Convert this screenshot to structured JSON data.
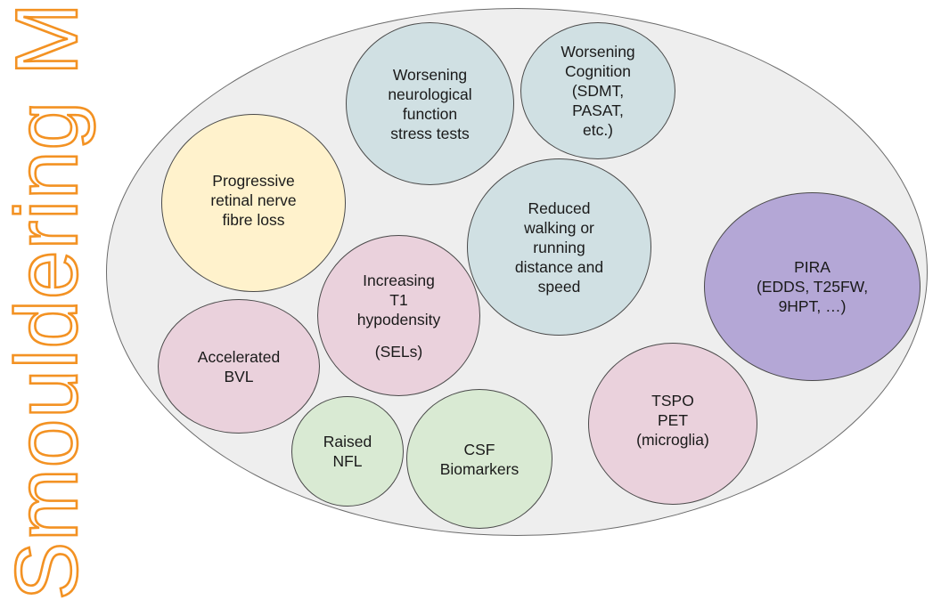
{
  "title": "Smouldering MS",
  "colors": {
    "title": "#f39223",
    "outer_fill": "#eeeeee",
    "blue": "#d0e0e3",
    "yellow": "#fff2cc",
    "pink": "#ead1dc",
    "green": "#d9ead3",
    "purple": "#b4a7d6"
  },
  "circles": {
    "neuro_stress": {
      "lines": [
        "Worsening",
        "neurological",
        "function",
        "stress tests"
      ]
    },
    "cognition": {
      "lines": [
        "Worsening",
        "Cognition",
        "(SDMT,",
        "PASAT,",
        "etc.)"
      ]
    },
    "retinal": {
      "lines": [
        "Progressive",
        "retinal nerve",
        "fibre loss"
      ]
    },
    "walking": {
      "lines": [
        "Reduced",
        "walking or",
        "running",
        "distance and",
        "speed"
      ]
    },
    "t1": {
      "lines": [
        "Increasing",
        "T1",
        "hypodensity",
        "(SELs)"
      ]
    },
    "pira": {
      "lines": [
        "PIRA",
        "(EDDS, T25FW,",
        "9HPT, …)"
      ]
    },
    "bvl": {
      "lines": [
        "Accelerated",
        "BVL"
      ]
    },
    "tspo": {
      "lines": [
        "TSPO",
        "PET",
        "(microglia)"
      ]
    },
    "nfl": {
      "lines": [
        "Raised",
        "NFL"
      ]
    },
    "csf": {
      "lines": [
        "CSF",
        "Biomarkers"
      ]
    }
  }
}
